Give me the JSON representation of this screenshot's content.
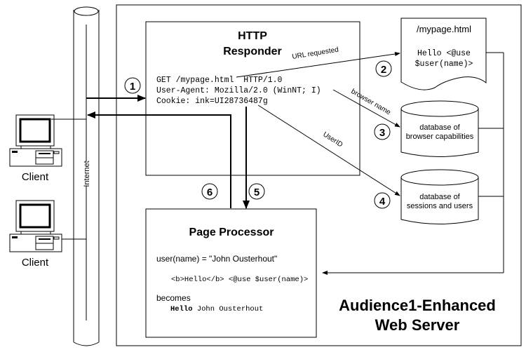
{
  "diagram": {
    "server_title": [
      "Audience1-Enhanced",
      "Web Server"
    ],
    "internet_label": "Internet",
    "clients": [
      {
        "label": "Client"
      },
      {
        "label": "Client"
      }
    ],
    "http_responder": {
      "title": [
        "HTTP",
        "Responder"
      ],
      "request_lines": [
        "GET /mypage.html  HTTP/1.0",
        "User-Agent: Mozilla/2.0 (WinNT; I)",
        "Cookie: ink=UI28736487g"
      ]
    },
    "template_file": {
      "title": "/mypage.html",
      "lines": [
        "Hello <@use",
        "$user(name)>"
      ]
    },
    "databases": [
      {
        "lines": [
          "database of",
          "browser capabilities"
        ]
      },
      {
        "lines": [
          "database of",
          "sessions and users"
        ]
      }
    ],
    "page_processor": {
      "title": "Page Processor",
      "assignment": "user(name) = \"John Ousterhout\"",
      "template_code": "<b>Hello</b> <@use $user(name)>",
      "becomes": "becomes",
      "result_bold": "Hello",
      "result_rest": " John Ousterhout"
    },
    "edge_labels": {
      "url_requested": "URL requested",
      "browser_name": "browser name",
      "user_id": "UserID"
    },
    "steps": [
      "1",
      "2",
      "3",
      "4",
      "5",
      "6"
    ]
  }
}
